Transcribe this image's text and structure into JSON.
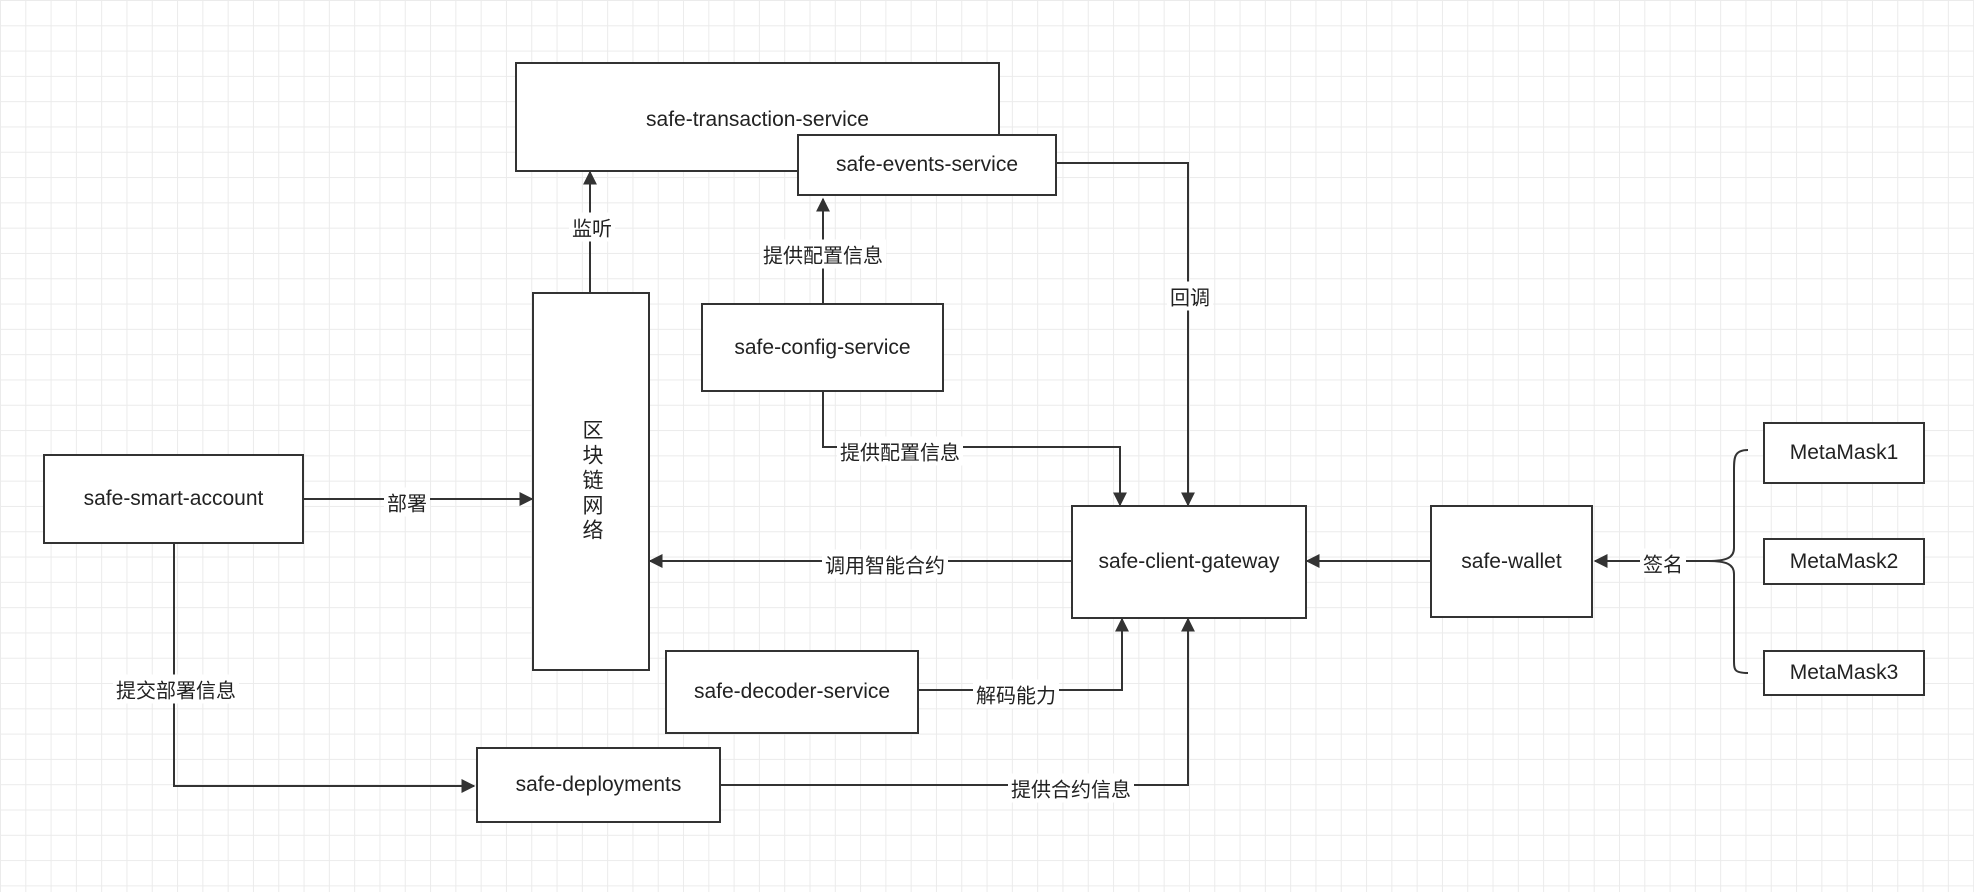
{
  "nodes": {
    "transaction_service": "safe-transaction-service",
    "events_service": "safe-events-service",
    "config_service": "safe-config-service",
    "blockchain": "区块链网络",
    "smart_account": "safe-smart-account",
    "client_gateway": "safe-client-gateway",
    "wallet": "safe-wallet",
    "decoder_service": "safe-decoder-service",
    "deployments": "safe-deployments",
    "metamask1": "MetaMask1",
    "metamask2": "MetaMask2",
    "metamask3": "MetaMask3"
  },
  "edges": {
    "listen": "监听",
    "config_to_events": "提供配置信息",
    "callback": "回调",
    "config_to_gateway": "提供配置信息",
    "deploy": "部署",
    "invoke_contract": "调用智能合约",
    "sign": "签名",
    "decode": "解码能力",
    "submit_deploy_info": "提交部署信息",
    "contract_info": "提供合约信息"
  }
}
